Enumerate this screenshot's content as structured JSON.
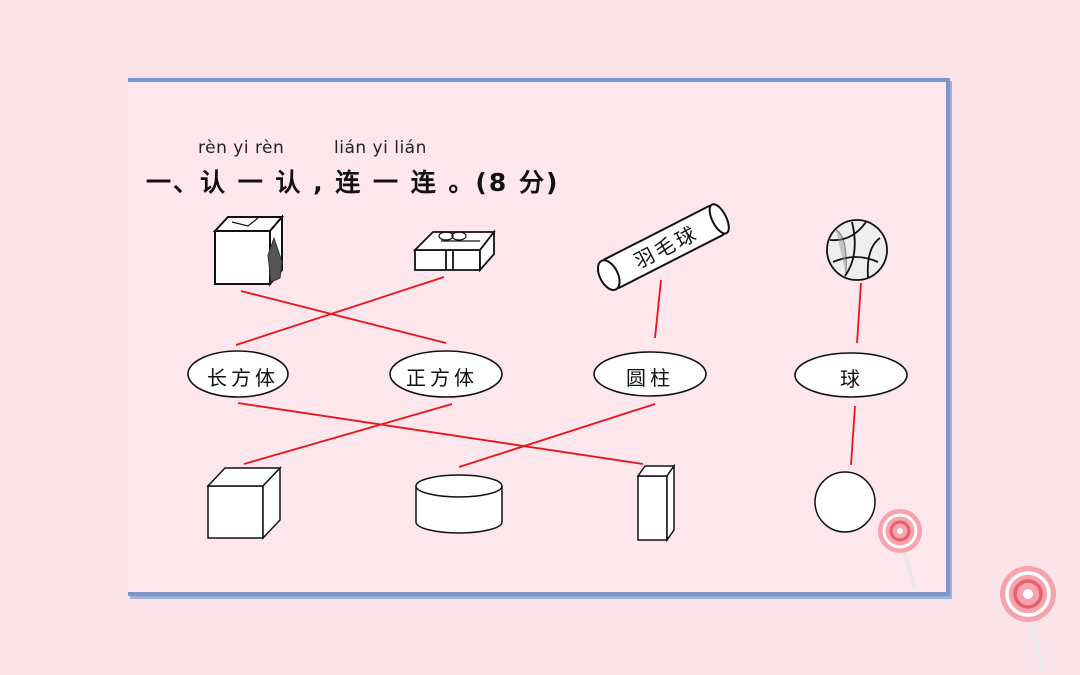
{
  "question": {
    "pinyin_1": "rèn  yi  rèn",
    "pinyin_2": "lián  yi  lián",
    "title": "一、认 一 认 , 连 一 连 。(8 分)"
  },
  "labels": {
    "cuboid": "长方体",
    "cube": "正方体",
    "cylinder": "圆柱",
    "sphere": "球"
  },
  "objects": {
    "badminton_tube_text": "羽毛球"
  },
  "colors": {
    "background": "#fbe3ea",
    "card_border": "#7d95c8",
    "match_line": "#e8141c"
  }
}
